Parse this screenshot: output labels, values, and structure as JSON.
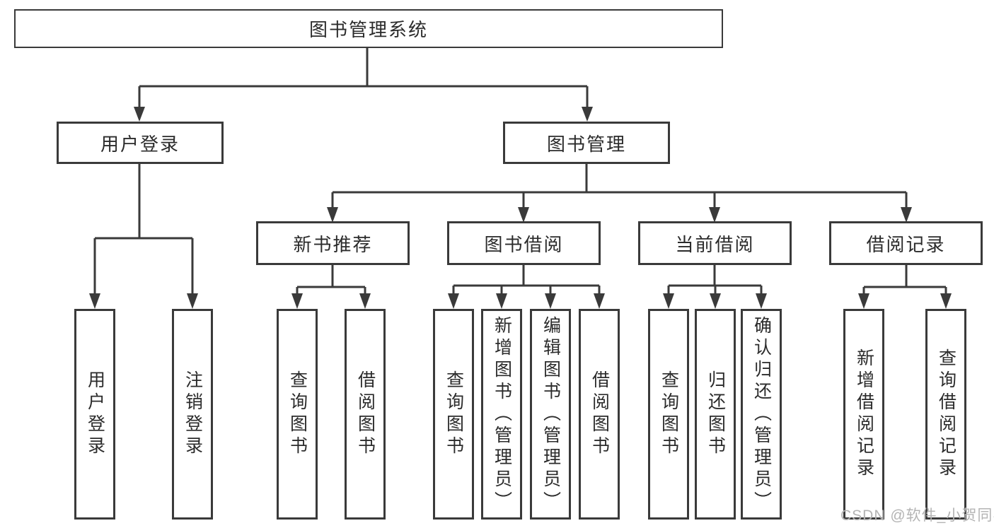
{
  "tree": {
    "label": "图书管理系统",
    "children": [
      {
        "label": "用户登录",
        "children": [
          {
            "label": "用户登录"
          },
          {
            "label": "注销登录"
          }
        ]
      },
      {
        "label": "图书管理",
        "children": [
          {
            "label": "新书推荐",
            "children": [
              {
                "label": "查询图书"
              },
              {
                "label": "借阅图书"
              }
            ]
          },
          {
            "label": "图书借阅",
            "children": [
              {
                "label": "查询图书"
              },
              {
                "label": "新增图书（管理员）"
              },
              {
                "label": "编辑图书（管理员）"
              },
              {
                "label": "借阅图书"
              }
            ]
          },
          {
            "label": "当前借阅",
            "children": [
              {
                "label": "查询图书"
              },
              {
                "label": "归还图书"
              },
              {
                "label": "确认归还（管理员）"
              }
            ]
          },
          {
            "label": "借阅记录",
            "children": [
              {
                "label": "新增借阅记录"
              },
              {
                "label": "查询借阅记录"
              }
            ]
          }
        ]
      }
    ]
  },
  "watermark": {
    "text": "CSDN @软件_小贺同学"
  },
  "colors": {
    "line": "#3a3a3a",
    "text": "#2b2b2b",
    "watermark": "#b4b4b4",
    "background": "#ffffff"
  }
}
